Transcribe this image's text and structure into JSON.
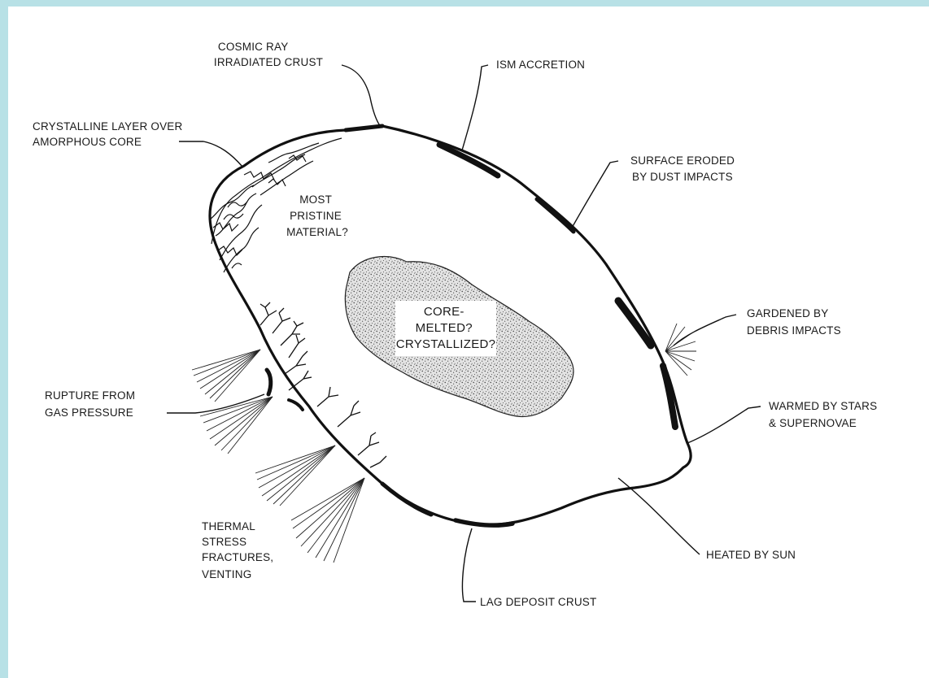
{
  "background_color": "#b8e1e6",
  "canvas_color": "#ffffff",
  "labels": {
    "cosmic_ray": [
      "COSMIC RAY",
      "IRRADIATED CRUST"
    ],
    "ism_accretion": [
      "ISM ACCRETION"
    ],
    "crystalline_layer": [
      "CRYSTALLINE LAYER OVER",
      "AMORPHOUS CORE"
    ],
    "surface_eroded": [
      "SURFACE ERODED",
      "BY DUST IMPACTS"
    ],
    "most_pristine": [
      "MOST",
      "PRISTINE",
      "MATERIAL?"
    ],
    "core": [
      "CORE-",
      "MELTED?",
      "CRYSTALLIZED?"
    ],
    "gardened": [
      "GARDENED BY",
      "DEBRIS IMPACTS"
    ],
    "rupture": [
      "RUPTURE FROM",
      "GAS PRESSURE"
    ],
    "warmed": [
      "WARMED BY STARS",
      "& SUPERNOVAE"
    ],
    "thermal": [
      "THERMAL",
      "STRESS",
      "FRACTURES,",
      "VENTING"
    ],
    "heated": [
      "HEATED BY SUN"
    ],
    "lag_deposit": [
      "LAG DEPOSIT CRUST"
    ]
  }
}
